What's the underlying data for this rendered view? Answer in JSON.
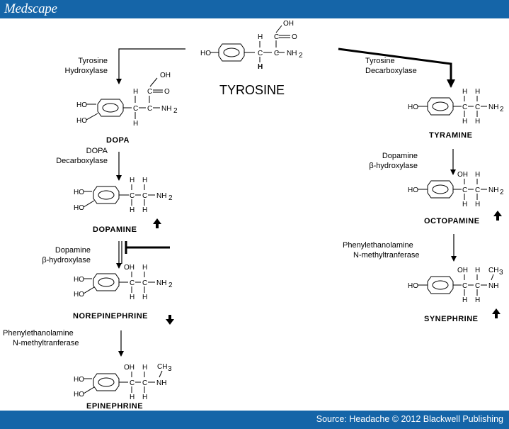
{
  "brand": "Medscape",
  "source": "Source: Headache © 2012 Blackwell Publishing",
  "colors": {
    "bar": "#1565a8",
    "line": "#000000",
    "background": "#ffffff"
  },
  "compounds": {
    "tyrosine": "TYROSINE",
    "dopa": "DOPA",
    "dopamine": "DOPAMINE",
    "norepinephrine": "NOREPINEPHRINE",
    "epinephrine": "EPINEPHRINE",
    "tyramine": "TYRAMINE",
    "octopamine": "OCTOPAMINE",
    "synephrine": "SYNEPHRINE"
  },
  "enzymes": {
    "tyrosine_hydroxylase": [
      "Tyrosine",
      "Hydroxylase"
    ],
    "tyrosine_decarboxylase": [
      "Tyrosine",
      "Decarboxylase"
    ],
    "dopa_decarboxylase": [
      "DOPA",
      "Decarboxylase"
    ],
    "dopamine_bh_left": [
      "Dopamine",
      "β-hydroxylase"
    ],
    "dopamine_bh_right": [
      "Dopamine",
      "β-hydroxylase"
    ],
    "pnmt_left": [
      "Phenylethanolamine",
      "N-methyltranferase"
    ],
    "pnmt_right": [
      "Phenylethanolamine",
      "N-methyltranferase"
    ]
  },
  "level_changes": {
    "dopamine": "up-arrow-icon",
    "norepinephrine": "down-arrow-icon",
    "octopamine": "up-arrow-icon",
    "synephrine": "up-arrow-icon"
  },
  "atoms": {
    "ho": "HO",
    "h": "H",
    "c": "C",
    "o": "O",
    "oh": "OH",
    "nh2": "NH",
    "sub2": "2",
    "nh": "NH",
    "ch3": "CH",
    "sub3": "3"
  }
}
